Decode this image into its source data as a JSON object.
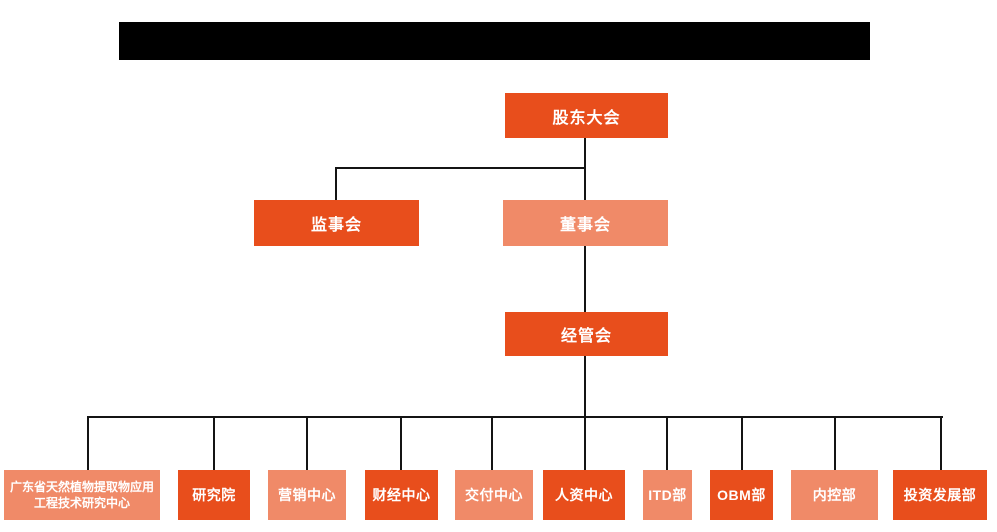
{
  "colors": {
    "primary_orange": "#E84E1C",
    "secondary_salmon": "#F08A68",
    "connector_line": "#141414",
    "redacted_bar": "#000000",
    "node_text": "#ffffff"
  },
  "org": {
    "root": {
      "label": "股东大会"
    },
    "level2": [
      {
        "label": "监事会",
        "variant": "primary"
      },
      {
        "label": "董事会",
        "variant": "secondary"
      }
    ],
    "level3": {
      "label": "经管会"
    },
    "departments": [
      {
        "label": "广东省天然植物提取物应用工程技术研究中心",
        "variant": "secondary"
      },
      {
        "label": "研究院",
        "variant": "primary"
      },
      {
        "label": "营销中心",
        "variant": "secondary"
      },
      {
        "label": "财经中心",
        "variant": "primary"
      },
      {
        "label": "交付中心",
        "variant": "secondary"
      },
      {
        "label": "人资中心",
        "variant": "primary"
      },
      {
        "label": "ITD部",
        "variant": "secondary"
      },
      {
        "label": "OBM部",
        "variant": "primary"
      },
      {
        "label": "内控部",
        "variant": "secondary"
      },
      {
        "label": "投资发展部",
        "variant": "primary"
      }
    ]
  }
}
